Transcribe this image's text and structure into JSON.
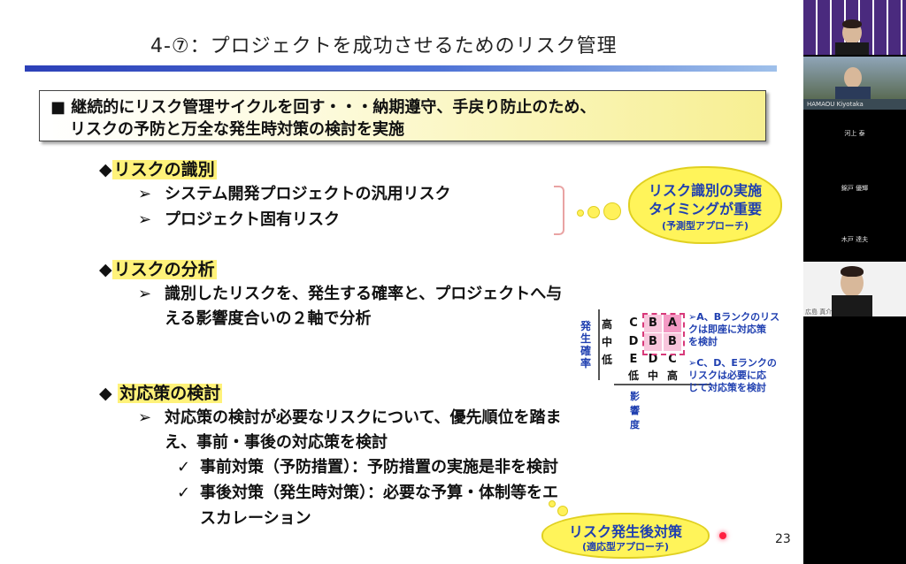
{
  "slide": {
    "title": "4-⑦：プロジェクトを成功させるためのリスク管理",
    "summary_line1": "■ 継続的にリスク管理サイクルを回す・・・納期遵守、手戻り防止のため、",
    "summary_line2": "リスクの予防と万全な発生時対策の検討を実施",
    "sections": [
      {
        "marker": "◆",
        "heading": "リスクの識別",
        "bullets": [
          "システム開発プロジェクトの汎用リスク",
          "プロジェクト固有リスク"
        ]
      },
      {
        "marker": "◆",
        "heading": "リスクの分析",
        "bullets": [
          "識別したリスクを、発生する確率と、プロジェクトへ与",
          "える影響度合いの２軸で分析"
        ]
      },
      {
        "marker": "◆",
        "heading": "対応策の検討",
        "bullets": [
          "対応策の検討が必要なリスクについて、優先順位を踏ま",
          "え、事前・事後の対応策を検討"
        ],
        "checks": [
          "事前対策（予防措置）：予防措置の実施是非を検討",
          "事後対策（発生時対策）：必要な予算・体制等をエ",
          "スカレーション"
        ]
      }
    ],
    "bullet_marker": "➢",
    "check_marker": "✓",
    "cloud_identify": {
      "line1": "リスク識別の実施",
      "line2": "タイミングが重要",
      "line3": "(予測型アプローチ)"
    },
    "cloud_after": {
      "line1": "リスク発生後対策",
      "line2": "(適応型アプローチ)"
    },
    "matrix": {
      "y_axis": "発生確率",
      "x_axis": "影響度",
      "row_labels": [
        "高",
        "中",
        "低"
      ],
      "col_labels": [
        "低",
        "中",
        "高"
      ],
      "cells": [
        [
          "C",
          "B",
          "A"
        ],
        [
          "D",
          "B",
          "B"
        ],
        [
          "E",
          "D",
          "C"
        ]
      ],
      "note1": [
        "➢A、Bランクのリス",
        "クは即座に対応策",
        "を検討"
      ],
      "note2": [
        "➢C、D、Eランクの",
        "リスクは必要に応",
        "じて対応策を検討"
      ]
    },
    "page_number": "23"
  },
  "participants": [
    {
      "name": ""
    },
    {
      "name": "HAMAOU Kiyotaka"
    },
    {
      "name": "河上 泰"
    },
    {
      "name": "錦戸 優輝"
    },
    {
      "name": "木戸 達夫"
    },
    {
      "name": "広島 真介"
    }
  ],
  "colors": {
    "accent": "#2c40b8",
    "highlight": "#fff27a",
    "cloud": "#fff45a",
    "text_blue": "#1f3fb0"
  }
}
